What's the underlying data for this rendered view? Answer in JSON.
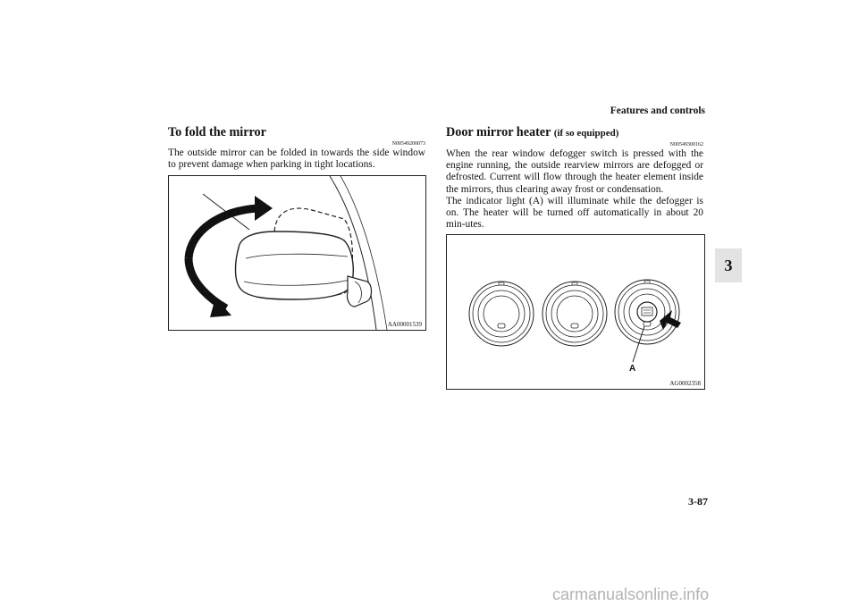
{
  "header": {
    "section": "Features and controls"
  },
  "chapter_tab": "3",
  "left": {
    "title": "To fold the mirror",
    "code": "N00549200073",
    "body": "The outside mirror can be folded in towards the side window to prevent damage when parking in tight locations.",
    "figure_code": "AA00001539"
  },
  "right": {
    "title": "Door mirror heater",
    "title_suffix": "(if so equipped)",
    "code": "N00549300162",
    "body1": "When the rear window defogger switch is pressed with the engine running, the outside rearview mirrors are defogged or defrosted. Current will flow through the heater element inside the mirrors, thus clearing away frost or condensation.",
    "body2": "The indicator light (A) will illuminate while the defogger is on. The heater will be turned off automatically in about 20 min-utes.",
    "figure_code": "AG0002358",
    "figure_label": "A"
  },
  "page_number": "3-87",
  "watermark": "carmanualsonline.info"
}
